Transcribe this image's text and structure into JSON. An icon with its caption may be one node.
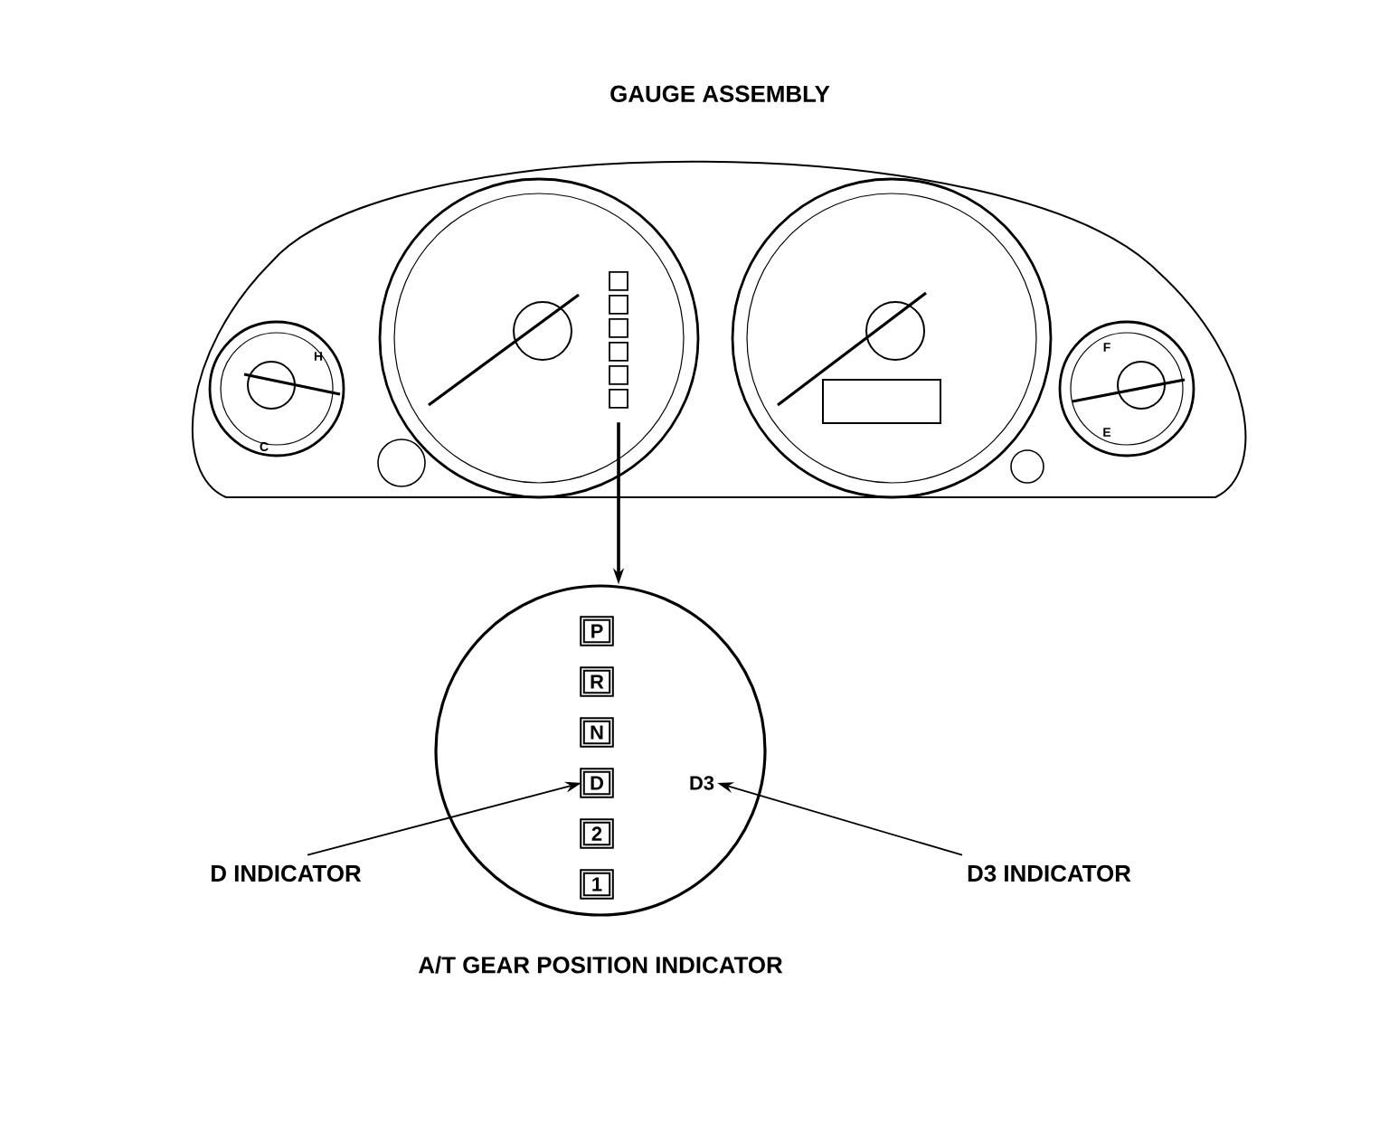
{
  "diagram": {
    "nodes": [
      {
        "text": [
          "GAUGE ASSEMBLY"
        ]
      },
      {
        "text": [],
        "shape": "box",
        "in": 0
      },
      {
        "text": [
          "A/T GEAR POSITION INDICATOR"
        ]
      },
      {
        "text": [
          "P"
        ],
        "in": 2
      },
      {
        "text": [
          "R"
        ],
        "in": 2
      },
      {
        "text": [
          "N"
        ],
        "in": 2
      },
      {
        "text": [
          "D"
        ],
        "in": 2
      },
      {
        "text": [
          "2"
        ],
        "in": 2
      },
      {
        "text": [
          "1"
        ],
        "in": 2
      },
      {
        "text": [
          "D3"
        ],
        "in": 2
      },
      {
        "text": [
          "D INDICATOR"
        ]
      },
      {
        "text": [
          "D3 INDICATOR"
        ]
      }
    ],
    "edges": [
      {
        "from": 1,
        "to": 2,
        "arrow": "to"
      },
      {
        "from": 10,
        "to": 6,
        "arrow": "to"
      },
      {
        "from": 11,
        "to": 9,
        "arrow": "to"
      }
    ],
    "labels": [
      "H",
      "C",
      "F",
      "E"
    ]
  }
}
